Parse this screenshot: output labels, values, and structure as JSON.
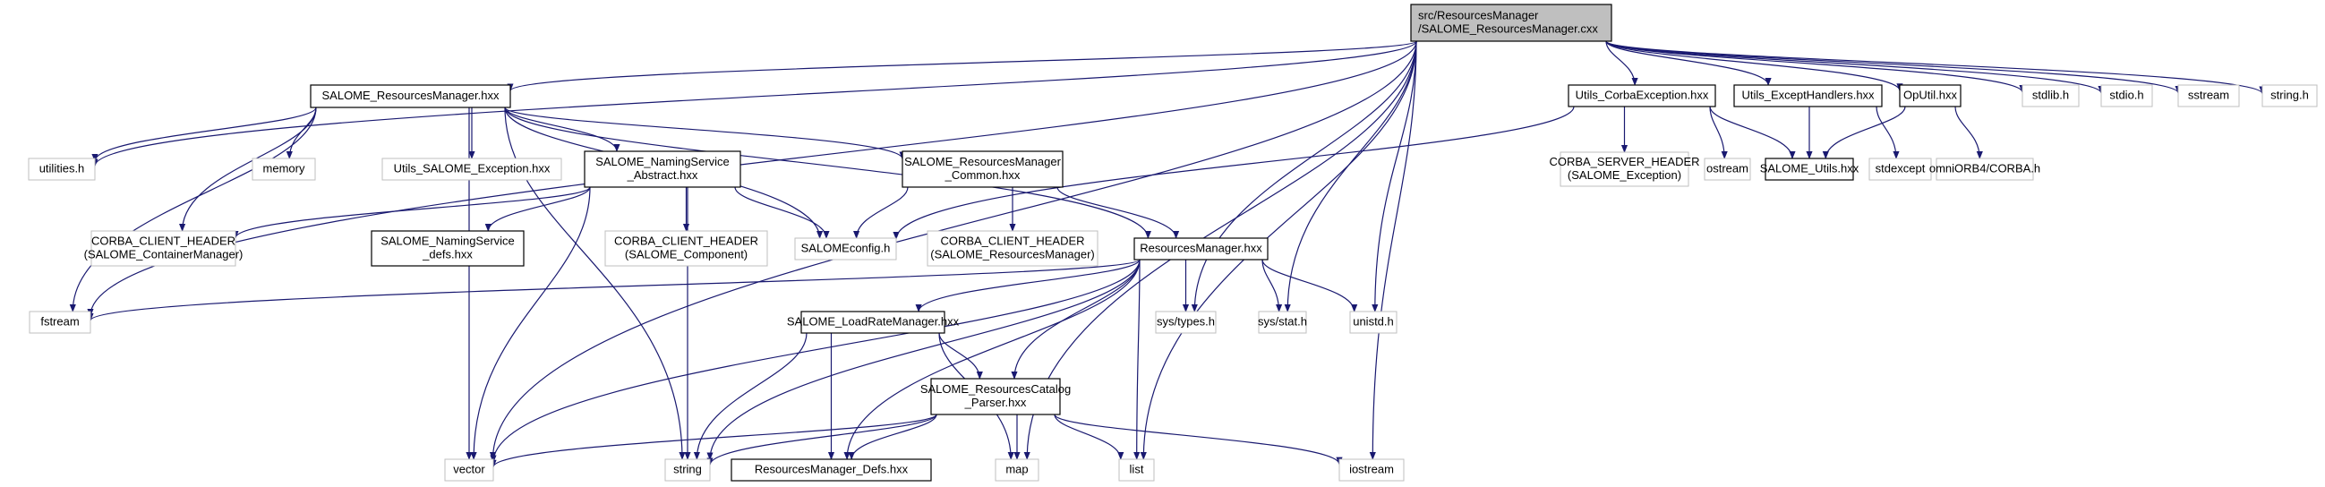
{
  "title": "Include dependency graph for SALOME_ResourcesManager.cxx",
  "colors": {
    "edge": "#191970",
    "root_fill": "#bfbfbf",
    "root_border": "#000000",
    "documented_border": "#000000",
    "external_border": "#bfbfbf",
    "node_fill": "#ffffff"
  },
  "nodes": [
    {
      "id": "root",
      "lines": [
        "src/ResourcesManager",
        "/SALOME_ResourcesManager.cxx"
      ],
      "kind": "root"
    },
    {
      "id": "salome_rm_hxx",
      "lines": [
        "SALOME_ResourcesManager.hxx"
      ],
      "kind": "documented"
    },
    {
      "id": "utils_corba_exc",
      "lines": [
        "Utils_CorbaException.hxx"
      ],
      "kind": "documented"
    },
    {
      "id": "utils_except_handlers",
      "lines": [
        "Utils_ExceptHandlers.hxx"
      ],
      "kind": "documented"
    },
    {
      "id": "oputil",
      "lines": [
        "OpUtil.hxx"
      ],
      "kind": "documented"
    },
    {
      "id": "stdlib",
      "lines": [
        "stdlib.h"
      ],
      "kind": "external"
    },
    {
      "id": "stdio",
      "lines": [
        "stdio.h"
      ],
      "kind": "external"
    },
    {
      "id": "sstream",
      "lines": [
        "sstream"
      ],
      "kind": "external"
    },
    {
      "id": "string_h",
      "lines": [
        "string.h"
      ],
      "kind": "external"
    },
    {
      "id": "utilities",
      "lines": [
        "utilities.h"
      ],
      "kind": "external"
    },
    {
      "id": "memory",
      "lines": [
        "memory"
      ],
      "kind": "external"
    },
    {
      "id": "utils_salome_exc",
      "lines": [
        "Utils_SALOME_Exception.hxx"
      ],
      "kind": "external"
    },
    {
      "id": "naming_abstract",
      "lines": [
        "SALOME_NamingService",
        "_Abstract.hxx"
      ],
      "kind": "documented"
    },
    {
      "id": "rm_common",
      "lines": [
        "SALOME_ResourcesManager",
        "_Common.hxx"
      ],
      "kind": "documented"
    },
    {
      "id": "corba_server_exc",
      "lines": [
        "CORBA_SERVER_HEADER",
        "(SALOME_Exception)"
      ],
      "kind": "external"
    },
    {
      "id": "ostream",
      "lines": [
        "ostream"
      ],
      "kind": "external"
    },
    {
      "id": "salome_utils",
      "lines": [
        "SALOME_Utils.hxx"
      ],
      "kind": "documented"
    },
    {
      "id": "stdexcept",
      "lines": [
        "stdexcept"
      ],
      "kind": "external"
    },
    {
      "id": "omniorb",
      "lines": [
        "omniORB4/CORBA.h"
      ],
      "kind": "external"
    },
    {
      "id": "corba_client_cm",
      "lines": [
        "CORBA_CLIENT_HEADER",
        "(SALOME_ContainerManager)"
      ],
      "kind": "external"
    },
    {
      "id": "naming_defs",
      "lines": [
        "SALOME_NamingService",
        "_defs.hxx"
      ],
      "kind": "documented"
    },
    {
      "id": "corba_client_comp",
      "lines": [
        "CORBA_CLIENT_HEADER",
        "(SALOME_Component)"
      ],
      "kind": "external"
    },
    {
      "id": "salomeconfig",
      "lines": [
        "SALOMEconfig.h"
      ],
      "kind": "external"
    },
    {
      "id": "corba_client_rm",
      "lines": [
        "CORBA_CLIENT_HEADER",
        "(SALOME_ResourcesManager)"
      ],
      "kind": "external"
    },
    {
      "id": "resources_manager_hxx",
      "lines": [
        "ResourcesManager.hxx"
      ],
      "kind": "documented"
    },
    {
      "id": "fstream",
      "lines": [
        "fstream"
      ],
      "kind": "external"
    },
    {
      "id": "loadrate",
      "lines": [
        "SALOME_LoadRateManager.hxx"
      ],
      "kind": "documented"
    },
    {
      "id": "sys_types",
      "lines": [
        "sys/types.h"
      ],
      "kind": "external"
    },
    {
      "id": "sys_stat",
      "lines": [
        "sys/stat.h"
      ],
      "kind": "external"
    },
    {
      "id": "unistd",
      "lines": [
        "unistd.h"
      ],
      "kind": "external"
    },
    {
      "id": "catalog_parser",
      "lines": [
        "SALOME_ResourcesCatalog",
        "_Parser.hxx"
      ],
      "kind": "documented"
    },
    {
      "id": "vector",
      "lines": [
        "vector"
      ],
      "kind": "external"
    },
    {
      "id": "string",
      "lines": [
        "string"
      ],
      "kind": "external"
    },
    {
      "id": "rm_defs",
      "lines": [
        "ResourcesManager_Defs.hxx"
      ],
      "kind": "documented"
    },
    {
      "id": "map",
      "lines": [
        "map"
      ],
      "kind": "external"
    },
    {
      "id": "list",
      "lines": [
        "list"
      ],
      "kind": "external"
    },
    {
      "id": "iostream",
      "lines": [
        "iostream"
      ],
      "kind": "external"
    }
  ],
  "edges": [
    [
      "root",
      "salome_rm_hxx"
    ],
    [
      "root",
      "utils_corba_exc"
    ],
    [
      "root",
      "utils_except_handlers"
    ],
    [
      "root",
      "oputil"
    ],
    [
      "root",
      "stdlib"
    ],
    [
      "root",
      "stdio"
    ],
    [
      "root",
      "sstream"
    ],
    [
      "root",
      "string_h"
    ],
    [
      "root",
      "utilities"
    ],
    [
      "root",
      "fstream"
    ],
    [
      "root",
      "sys_types"
    ],
    [
      "root",
      "sys_stat"
    ],
    [
      "root",
      "unistd"
    ],
    [
      "root",
      "map"
    ],
    [
      "root",
      "list"
    ],
    [
      "root",
      "iostream"
    ],
    [
      "root",
      "vector"
    ],
    [
      "salome_rm_hxx",
      "utilities"
    ],
    [
      "salome_rm_hxx",
      "memory"
    ],
    [
      "salome_rm_hxx",
      "utils_salome_exc"
    ],
    [
      "salome_rm_hxx",
      "naming_abstract"
    ],
    [
      "salome_rm_hxx",
      "rm_common"
    ],
    [
      "salome_rm_hxx",
      "resources_manager_hxx"
    ],
    [
      "salome_rm_hxx",
      "salomeconfig"
    ],
    [
      "salome_rm_hxx",
      "corba_client_cm"
    ],
    [
      "salome_rm_hxx",
      "fstream"
    ],
    [
      "salome_rm_hxx",
      "vector"
    ],
    [
      "salome_rm_hxx",
      "string"
    ],
    [
      "utils_corba_exc",
      "salomeconfig"
    ],
    [
      "utils_corba_exc",
      "corba_server_exc"
    ],
    [
      "utils_corba_exc",
      "ostream"
    ],
    [
      "utils_corba_exc",
      "salome_utils"
    ],
    [
      "utils_except_handlers",
      "salome_utils"
    ],
    [
      "utils_except_handlers",
      "stdexcept"
    ],
    [
      "oputil",
      "salome_utils"
    ],
    [
      "oputil",
      "omniorb"
    ],
    [
      "naming_abstract",
      "corba_client_cm"
    ],
    [
      "naming_abstract",
      "naming_defs"
    ],
    [
      "naming_abstract",
      "corba_client_comp"
    ],
    [
      "naming_abstract",
      "salomeconfig"
    ],
    [
      "naming_abstract",
      "vector"
    ],
    [
      "naming_abstract",
      "string"
    ],
    [
      "rm_common",
      "salomeconfig"
    ],
    [
      "rm_common",
      "corba_client_rm"
    ],
    [
      "rm_common",
      "resources_manager_hxx"
    ],
    [
      "resources_manager_hxx",
      "fstream"
    ],
    [
      "resources_manager_hxx",
      "loadrate"
    ],
    [
      "resources_manager_hxx",
      "sys_types"
    ],
    [
      "resources_manager_hxx",
      "sys_stat"
    ],
    [
      "resources_manager_hxx",
      "unistd"
    ],
    [
      "resources_manager_hxx",
      "catalog_parser"
    ],
    [
      "resources_manager_hxx",
      "vector"
    ],
    [
      "resources_manager_hxx",
      "string"
    ],
    [
      "resources_manager_hxx",
      "rm_defs"
    ],
    [
      "resources_manager_hxx",
      "list"
    ],
    [
      "loadrate",
      "catalog_parser"
    ],
    [
      "loadrate",
      "string"
    ],
    [
      "loadrate",
      "rm_defs"
    ],
    [
      "loadrate",
      "map"
    ],
    [
      "catalog_parser",
      "vector"
    ],
    [
      "catalog_parser",
      "string"
    ],
    [
      "catalog_parser",
      "rm_defs"
    ],
    [
      "catalog_parser",
      "map"
    ],
    [
      "catalog_parser",
      "list"
    ],
    [
      "catalog_parser",
      "iostream"
    ]
  ]
}
